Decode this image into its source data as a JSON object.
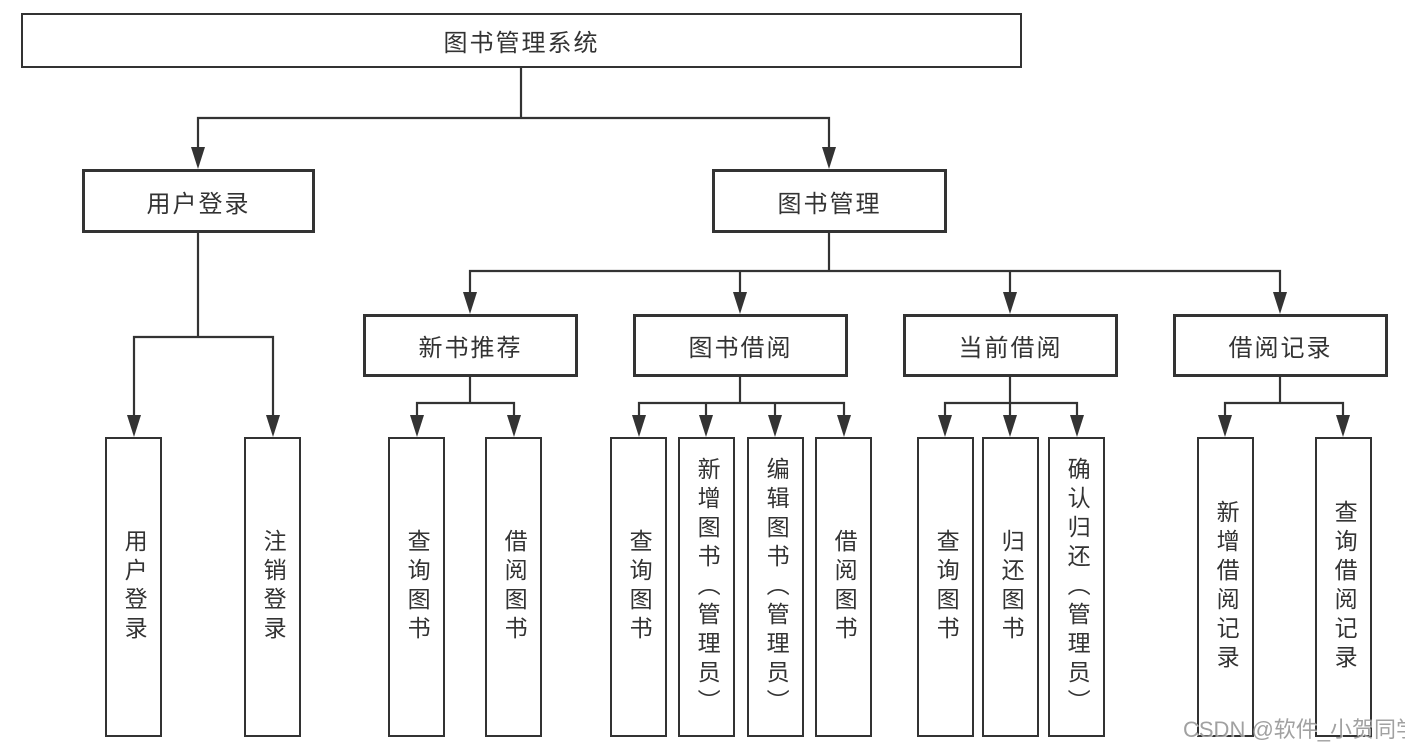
{
  "diagram": {
    "type": "hierarchy-tree",
    "orientation": "top-down"
  },
  "nodes": {
    "root": "图书管理系统",
    "user_login": "用户登录",
    "book_manage": "图书管理",
    "leaf_user_login": "用户登录",
    "leaf_logout": "注销登录",
    "new_book_rec": "新书推荐",
    "book_borrow": "图书借阅",
    "current_borrow": "当前借阅",
    "borrow_records": "借阅记录",
    "rec_query_book": "查询图书",
    "rec_borrow_book": "借阅图书",
    "bor_query_book": "查询图书",
    "bor_add_book": "新增图书（管理员）",
    "bor_edit_book": "编辑图书（管理员）",
    "bor_borrow_book": "借阅图书",
    "cur_query_book": "查询图书",
    "cur_return_book": "归还图书",
    "cur_confirm_return": "确认归还（管理员）",
    "records_add": "新增借阅记录",
    "records_query": "查询借阅记录"
  },
  "edges": [
    [
      "root",
      "user_login"
    ],
    [
      "root",
      "book_manage"
    ],
    [
      "user_login",
      "leaf_user_login"
    ],
    [
      "user_login",
      "leaf_logout"
    ],
    [
      "book_manage",
      "new_book_rec"
    ],
    [
      "book_manage",
      "book_borrow"
    ],
    [
      "book_manage",
      "current_borrow"
    ],
    [
      "book_manage",
      "borrow_records"
    ],
    [
      "new_book_rec",
      "rec_query_book"
    ],
    [
      "new_book_rec",
      "rec_borrow_book"
    ],
    [
      "book_borrow",
      "bor_query_book"
    ],
    [
      "book_borrow",
      "bor_add_book"
    ],
    [
      "book_borrow",
      "bor_edit_book"
    ],
    [
      "book_borrow",
      "bor_borrow_book"
    ],
    [
      "current_borrow",
      "cur_query_book"
    ],
    [
      "current_borrow",
      "cur_return_book"
    ],
    [
      "current_borrow",
      "cur_confirm_return"
    ],
    [
      "borrow_records",
      "records_add"
    ],
    [
      "borrow_records",
      "records_query"
    ]
  ],
  "colors": {
    "line": "#333333",
    "box_border": "#333333",
    "text": "#333333",
    "background": "#ffffff",
    "watermark": "#919191"
  },
  "watermark": {
    "text": "CSDN @软件_小贺同学"
  }
}
